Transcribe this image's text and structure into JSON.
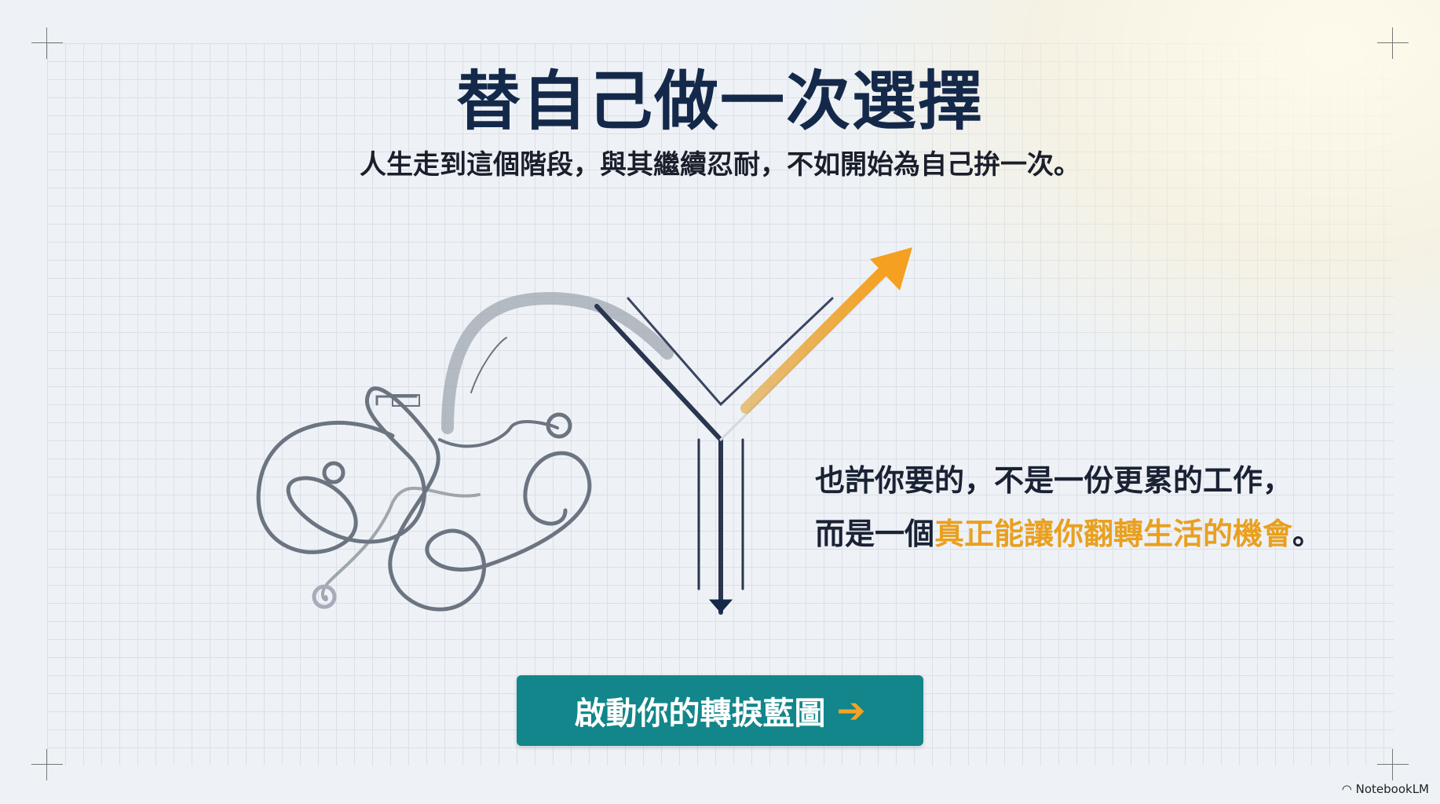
{
  "title": "替自己做一次選擇",
  "subtitle": "人生走到這個階段，與其繼續忍耐，不如開始為自己拚一次。",
  "message": {
    "line1": "也許你要的，不是一份更累的工作，",
    "line2_prefix": "而是一個",
    "line2_highlight": "真正能讓你翻轉生活的機會",
    "line2_suffix": "。"
  },
  "cta": {
    "label": "啟動你的轉捩藍圖",
    "icon": "arrow-right-icon"
  },
  "brand": "NotebookLM",
  "colors": {
    "navy": "#14294a",
    "accent": "#f2a325",
    "teal": "#12868a"
  }
}
